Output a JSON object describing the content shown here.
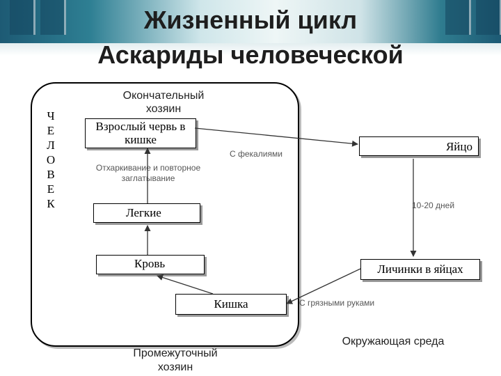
{
  "title": {
    "line1": "Жизненный цикл",
    "line2": "Аскариды человеческой"
  },
  "human_letters": [
    "Ч",
    "Е",
    "Л",
    "О",
    "В",
    "Е",
    "К"
  ],
  "labels": {
    "final_host": "Окончательный хозяин",
    "intermediate_host": "Промежуточный хозяин",
    "environment": "Окружающая среда",
    "with_feces": "С фекалиями",
    "expectoration": "Отхаркивание и повторное заглатывание",
    "days": "10-20 дней",
    "dirty_hands": "С грязными руками"
  },
  "nodes": {
    "adult": "Взрослый червь в кишке",
    "egg": "Яйцо",
    "lungs": "Легкие",
    "blood": "Кровь",
    "larvae": "Личинки в яйцах",
    "intestine": "Кишка"
  }
}
